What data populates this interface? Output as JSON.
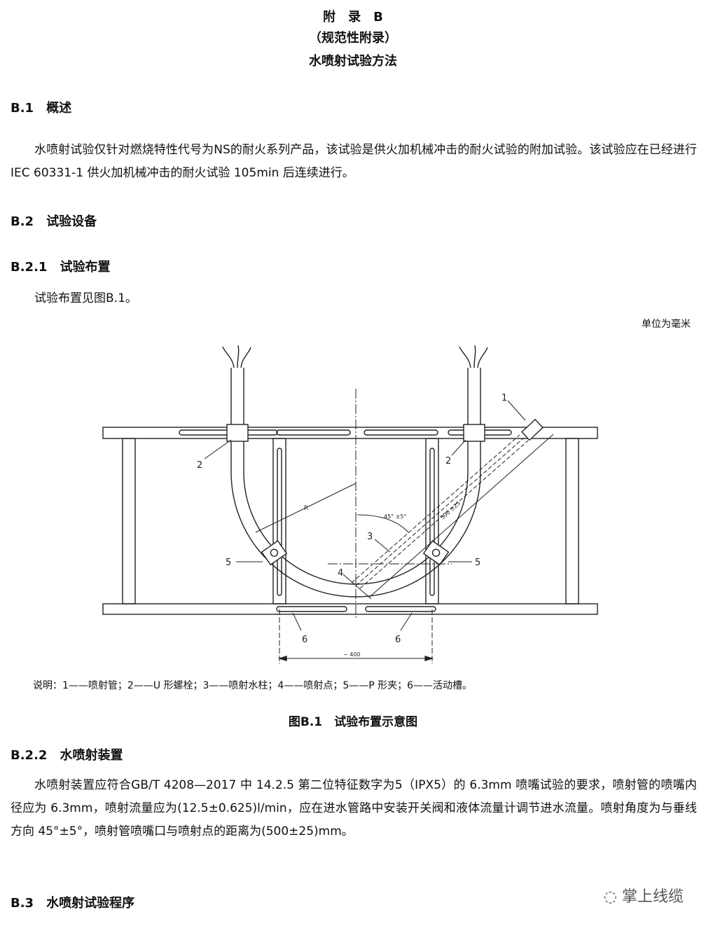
{
  "header": {
    "appendix": "附　录　B",
    "type": "（规范性附录）",
    "title": "水喷射试验方法"
  },
  "sections": {
    "b1": {
      "num": "B.1",
      "title": "概述"
    },
    "b1_text": "水喷射试验仅针对燃烧特性代号为NS的耐火系列产品，该试验是供火加机械冲击的耐火试验的附加试验。该试验应在已经进行 IEC 60331-1 供火加机械冲击的耐火试验 105min 后连续进行。",
    "b2": {
      "num": "B.2",
      "title": "试验设备"
    },
    "b21": {
      "num": "B.2.1",
      "title": "试验布置"
    },
    "b21_text": "试验布置见图B.1。",
    "unit": "单位为毫米",
    "b22": {
      "num": "B.2.2",
      "title": "水喷射装置"
    },
    "b22_text": "水喷射装置应符合GB/T 4208—2017 中 14.2.5 第二位特征数字为5（IPX5）的 6.3mm 喷嘴试验的要求，喷射管的喷嘴内径应为 6.3mm，喷射流量应为(12.5±0.625)l/min，应在进水管路中安装开关阀和液体流量计调节进水流量。喷射角度为与垂线方向 45°±5°，喷射管喷嘴口与喷射点的距离为(500±25)mm。",
    "b3": {
      "num": "B.3",
      "title": "水喷射试验程序"
    }
  },
  "figure": {
    "labels": {
      "l1": "1",
      "l2": "2",
      "l3": "3",
      "l4": "4",
      "l5": "5",
      "l6": "6",
      "r": "R",
      "angle": "45° ±5°",
      "distance": "500 ±25",
      "width": "~ 400"
    },
    "legend": "说明：1——喷射管；2——U 形螺栓；3——喷射水柱；4——喷射点；5——P 形夹；6——活动槽。",
    "caption": "图B.1　试验布置示意图"
  },
  "watermark": "掌上线缆"
}
